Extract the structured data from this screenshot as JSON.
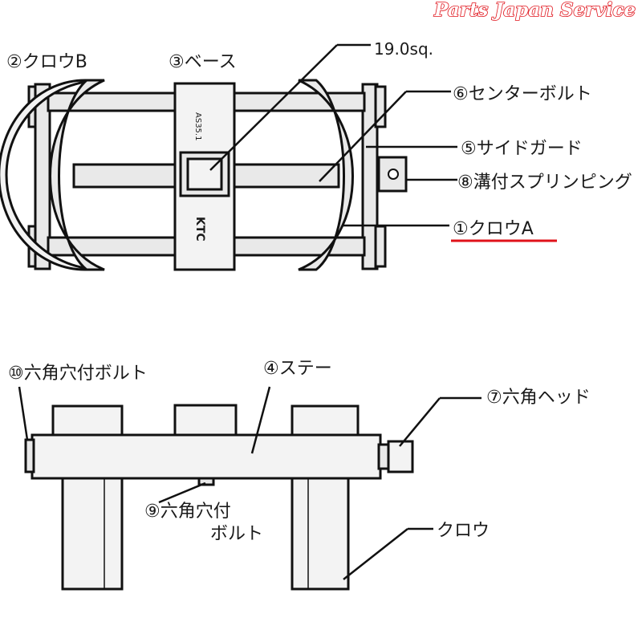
{
  "brand": "Parts Japan Service",
  "accent_color": "#e0121a",
  "top_view": {
    "square_drive": "19.0sq.",
    "base_marking": "AS35.1",
    "logo_text": "KTC",
    "labels": {
      "claw_b": "②クロウB",
      "base": "③ベース",
      "center_bolt": "⑥センターボルト",
      "side_guard": "⑤サイドガード",
      "spring_ring": "⑧溝付スプリンピング",
      "claw_a": "①クロウA"
    }
  },
  "side_view": {
    "labels": {
      "hex_socket_bolt_10": "⑩六角穴付ボルト",
      "stay": "④ステー",
      "hex_head": "⑦六角ヘッド",
      "hex_socket_bolt_9_line1": "⑨六角穴付",
      "hex_socket_bolt_9_line2": "ボルト",
      "claw": "クロウ"
    }
  }
}
